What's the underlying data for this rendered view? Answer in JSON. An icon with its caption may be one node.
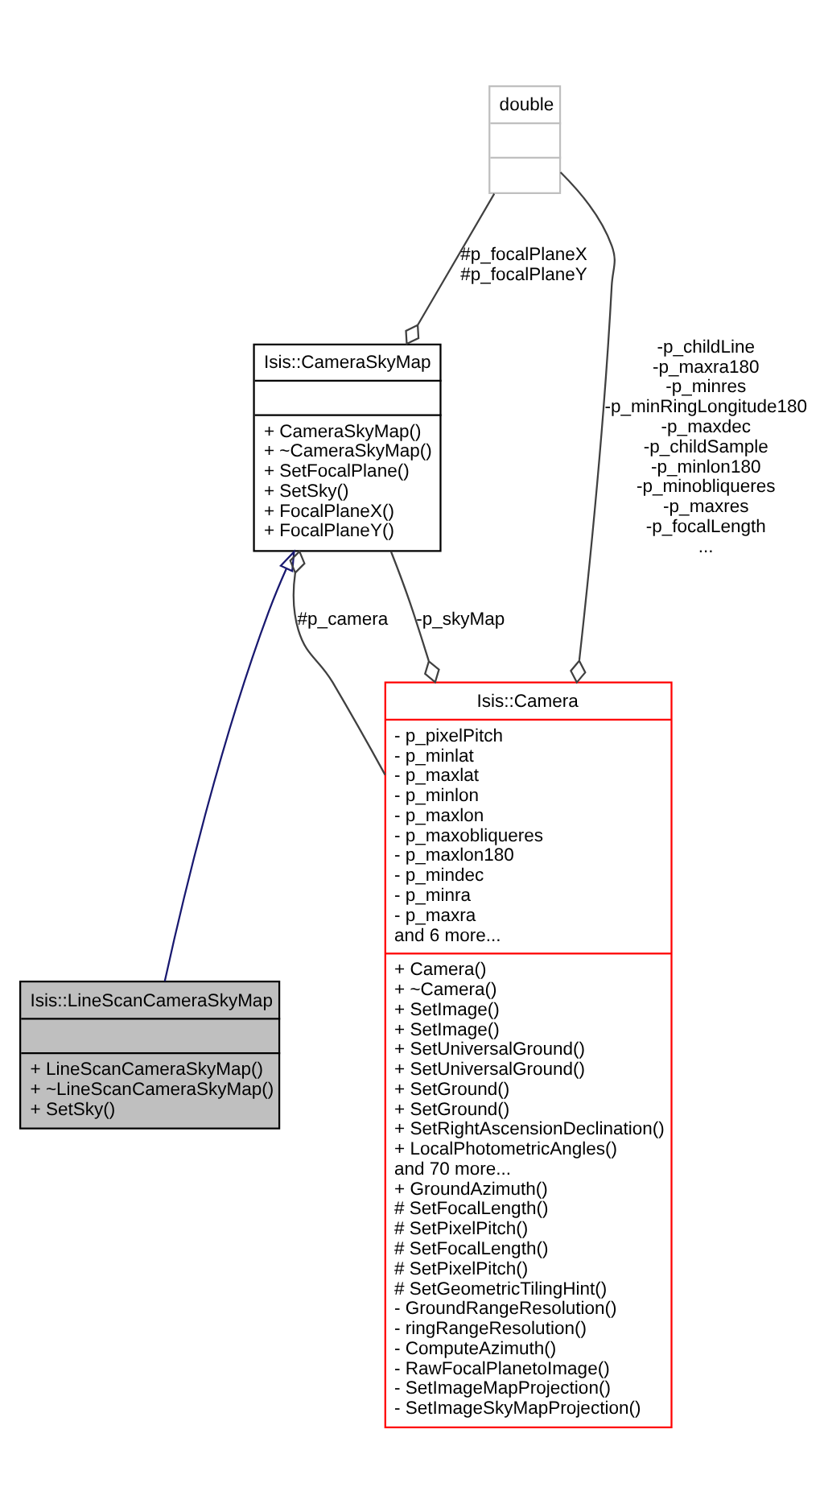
{
  "diagram": {
    "nodes": [
      {
        "text": [
          "double"
        ]
      },
      {
        "text": [
          "Isis::CameraSkyMap",
          "+ CameraSkyMap()",
          "+ ~CameraSkyMap()",
          "+ SetFocalPlane()",
          "+ SetSky()",
          "+ FocalPlaneX()",
          "+ FocalPlaneY()"
        ]
      },
      {
        "text": [
          "Isis::Camera",
          "- p_pixelPitch",
          "- p_minlat",
          "- p_maxlat",
          "- p_minlon",
          "- p_maxlon",
          "- p_maxobliqueres",
          "- p_maxlon180",
          "- p_mindec",
          "- p_minra",
          "- p_maxra",
          "and 6 more...",
          "+ Camera()",
          "+ ~Camera()",
          "+ SetImage()",
          "+ SetImage()",
          "+ SetUniversalGround()",
          "+ SetUniversalGround()",
          "+ SetGround()",
          "+ SetGround()",
          "+ SetRightAscensionDeclination()",
          "+ LocalPhotometricAngles()",
          "and 70 more...",
          "+ GroundAzimuth()",
          "# SetFocalLength()",
          "# SetPixelPitch()",
          "# SetFocalLength()",
          "# SetPixelPitch()",
          "# SetGeometricTilingHint()",
          "- GroundRangeResolution()",
          "- ringRangeResolution()",
          "- ComputeAzimuth()",
          "- RawFocalPlanetoImage()",
          "- SetImageMapProjection()",
          "- SetImageSkyMapProjection()"
        ]
      },
      {
        "text": [
          "Isis::LineScanCameraSkyMap",
          "+ LineScanCameraSkyMap()",
          "+ ~LineScanCameraSkyMap()",
          "+ SetSky()"
        ]
      }
    ],
    "edges": [
      {
        "from": 3,
        "to": 1,
        "arrow": "to",
        "color": "#191970"
      },
      {
        "from": 0,
        "to": 1,
        "arrow": "other",
        "label": "#p_focalPlaneX #p_focalPlaneY"
      },
      {
        "from": 0,
        "to": 2,
        "arrow": "other",
        "label": "-p_childLine -p_maxra180 -p_minres -p_minRingLongitude180 -p_maxdec -p_childSample -p_minlon180 -p_minobliqueres -p_maxres -p_focalLength ..."
      },
      {
        "from": 1,
        "to": 2,
        "arrow": "other",
        "label": "-p_skyMap"
      },
      {
        "from": 2,
        "to": 1,
        "arrow": "other",
        "label": "#p_camera"
      }
    ]
  }
}
